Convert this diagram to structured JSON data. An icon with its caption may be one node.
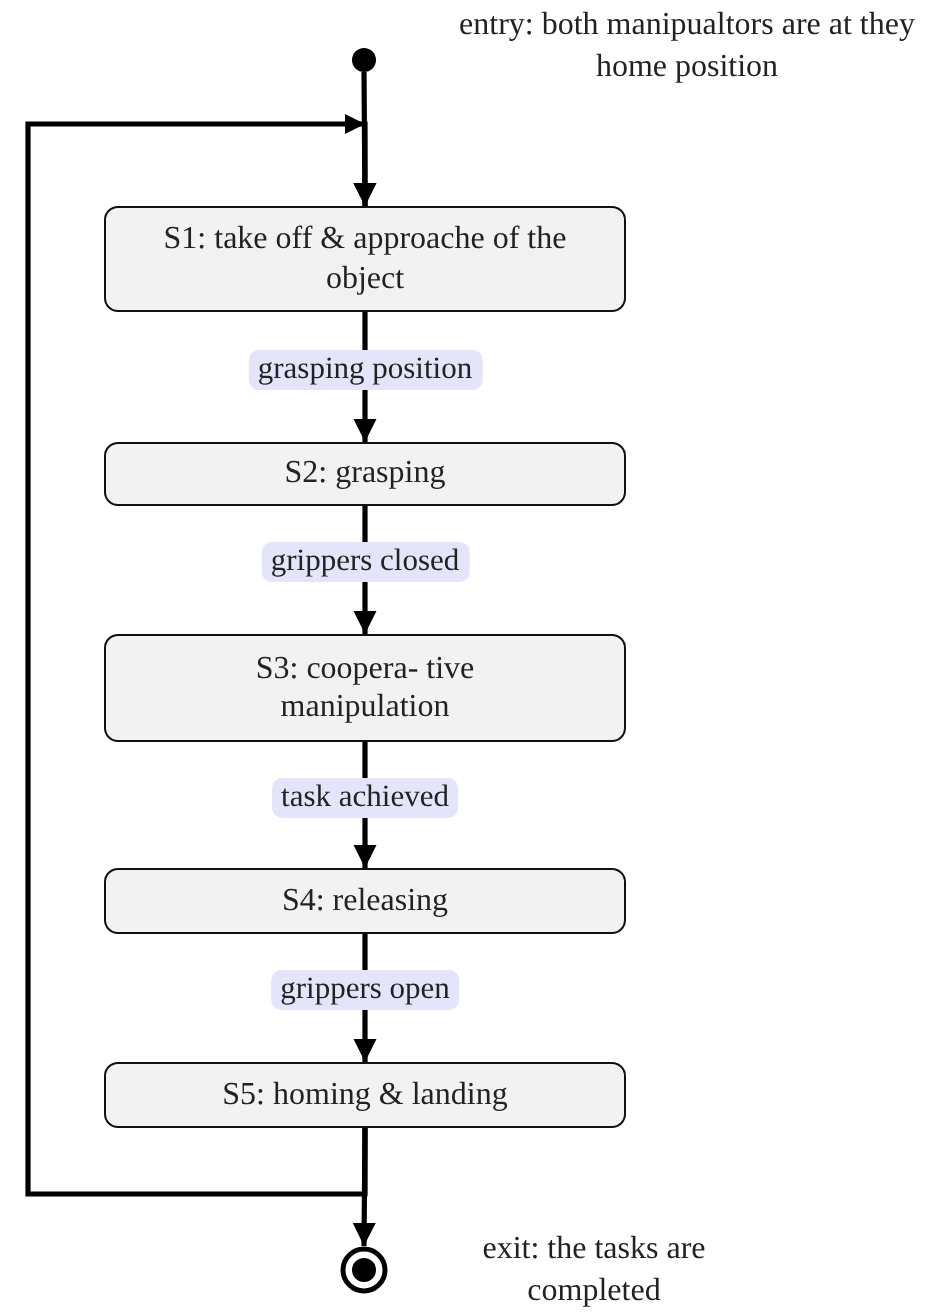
{
  "diagram": {
    "nodes": [
      {
        "text": [],
        "shape": "circle",
        "beside": [
          "entry: both manipualtors are at they home position"
        ]
      },
      {
        "text": [
          "S1: take off & approache of the object"
        ]
      },
      {
        "text": [
          "S2: grasping"
        ]
      },
      {
        "text": [
          "S3: coopera- tive manipulation"
        ]
      },
      {
        "text": [
          "S4: releasing"
        ]
      },
      {
        "text": [
          "S5: homing & landing"
        ]
      },
      {
        "text": [],
        "shape": "circle",
        "beside": [
          "exit: the tasks are completed"
        ]
      }
    ],
    "edges": [
      {
        "from": 0,
        "to": 1,
        "arrow": "to"
      },
      {
        "from": 1,
        "to": 2,
        "arrow": "to",
        "label": "grasping position"
      },
      {
        "from": 2,
        "to": 3,
        "arrow": "to",
        "label": "grippers closed"
      },
      {
        "from": 3,
        "to": 4,
        "arrow": "to",
        "label": "task achieved"
      },
      {
        "from": 4,
        "to": 5,
        "arrow": "to",
        "label": "grippers open"
      },
      {
        "from": 5,
        "to": 6,
        "arrow": "to"
      },
      {
        "from": 5,
        "to": 1,
        "arrow": "to"
      }
    ]
  }
}
